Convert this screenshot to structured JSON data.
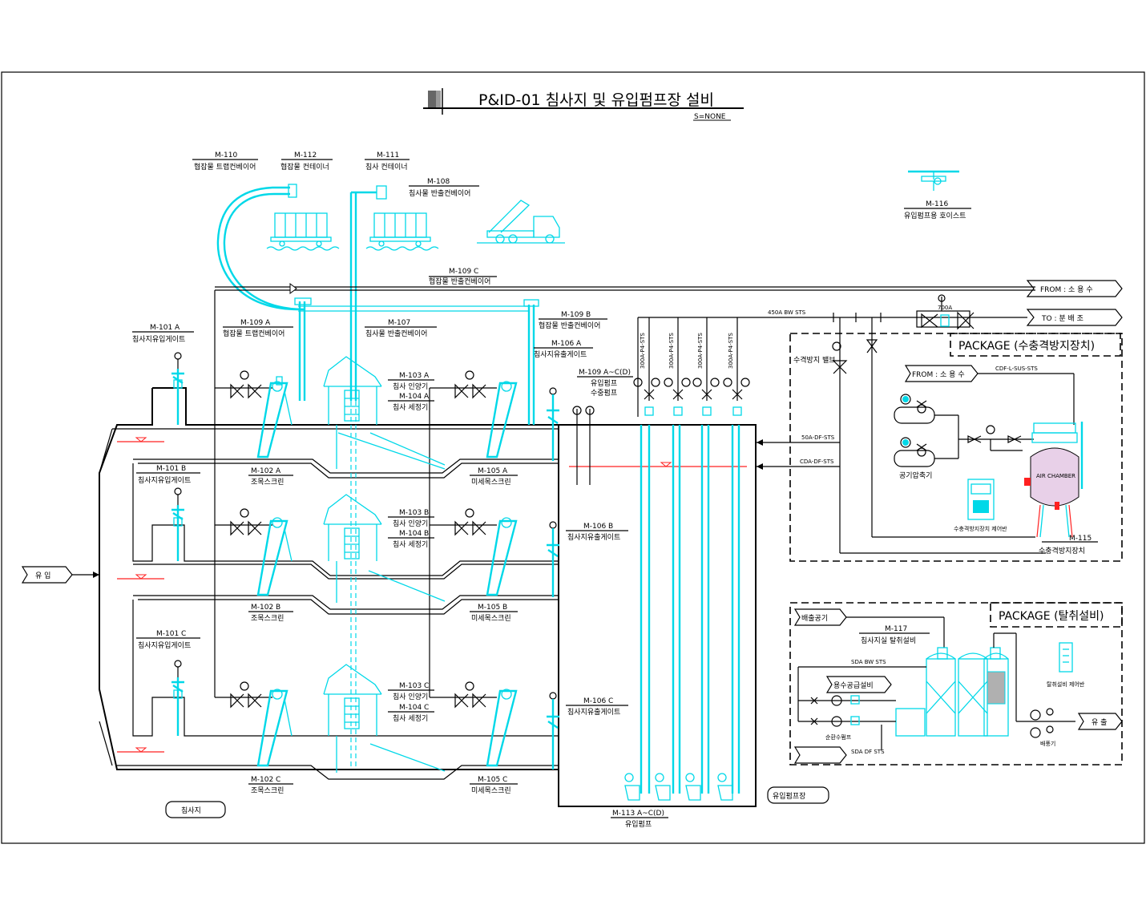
{
  "title": {
    "main": "P&ID-01 침사지 및 유입펌프장 설비",
    "scale": "S=NONE"
  },
  "equipment": {
    "m110": {
      "id": "M-110",
      "name": "협잡물 트랩컨베이어"
    },
    "m112": {
      "id": "M-112",
      "name": "협잡물 컨테이너"
    },
    "m111": {
      "id": "M-111",
      "name": "침사 컨테이너"
    },
    "m108": {
      "id": "M-108",
      "name": "침사물 반출컨베이어"
    },
    "m109c": {
      "id": "M-109 C",
      "name": "협잡물 반출컨베이어"
    },
    "m109a": {
      "id": "M-109 A",
      "name": "협잡물 트랩컨베이어"
    },
    "m107": {
      "id": "M-107",
      "name": "침사물 반출컨베이어"
    },
    "m109b": {
      "id": "M-109 B",
      "name": "협잡물 반출컨베이어"
    },
    "m106a": {
      "id": "M-106 A",
      "name": "침사지유출게이트"
    },
    "m101a": {
      "id": "M-101 A",
      "name": "침사지유입게이트"
    },
    "m101b": {
      "id": "M-101 B",
      "name": "침사지유입게이트"
    },
    "m101c": {
      "id": "M-101 C",
      "name": "침사지유입게이트"
    },
    "m103a": {
      "id": "M-103 A",
      "name": "침사 인양기"
    },
    "m104a": {
      "id": "M-104 A",
      "name": "침사 세정기"
    },
    "m103b": {
      "id": "M-103 B",
      "name": "침사 인양기"
    },
    "m104b": {
      "id": "M-104 B",
      "name": "침사 세정기"
    },
    "m103c": {
      "id": "M-103 C",
      "name": "침사 인양기"
    },
    "m104c": {
      "id": "M-104 C",
      "name": "침사 세정기"
    },
    "m102a": {
      "id": "M-102 A",
      "name": "조목스크린"
    },
    "m102b": {
      "id": "M-102 B",
      "name": "조목스크린"
    },
    "m102c": {
      "id": "M-102 C",
      "name": "조목스크린"
    },
    "m105a": {
      "id": "M-105 A",
      "name": "미세목스크린"
    },
    "m105b": {
      "id": "M-105 B",
      "name": "미세목스크린"
    },
    "m105c": {
      "id": "M-105 C",
      "name": "미세목스크린"
    },
    "m106b": {
      "id": "M-106 B",
      "name": "침사지유출게이트"
    },
    "m106c": {
      "id": "M-106 C",
      "name": "침사지유출게이트"
    },
    "m109ad": {
      "id": "M-109 A~C(D)",
      "name": "유입펌프",
      "sub": "수중펌프"
    },
    "m113": {
      "id": "M-113 A~C(D)",
      "name": "유입펌프"
    },
    "m116": {
      "id": "M-116",
      "name": "유입펌프용 호이스트"
    },
    "m115": {
      "id": "M-115",
      "name": "수충격방지장치"
    },
    "m117": {
      "id": "M-117",
      "name": "침사지실 탈취설비"
    }
  },
  "flows": {
    "from_water": "FROM : 소 용 수",
    "to_dist": "TO : 분 배 조",
    "inflow": "유 입",
    "pipe_main": "450A BW STS",
    "pipe_700": "700A",
    "pipe_cdf": "CDF-L-SUS-STS",
    "pipe_cda": "CDA-DF-STS",
    "pipe_sts": "50A-DF-STS",
    "pipe_vert": "300A-P4-STS",
    "pipe_sdr": "SDA BW STS",
    "pipe_sdf": "SDA DF STS",
    "exhaust": "배출공기",
    "to_pump": "유 출",
    "water_supply": "용수공급설비"
  },
  "package1": {
    "title": "PACKAGE (수충격방지장치)",
    "from": "FROM : 소 용 수",
    "air_chamber": "AIR CHAMBER",
    "compressor": "공기압축기",
    "panel": "수충격방지장치 제어반",
    "relief": "수격방지 밸브"
  },
  "package2": {
    "title": "PACKAGE (탈취설비)",
    "panel": "탈취설비 제어반",
    "pump": "순환수펌프",
    "fan": "배풍기"
  },
  "areas": {
    "grit": "침사지",
    "pump_station": "유입펌프장"
  }
}
